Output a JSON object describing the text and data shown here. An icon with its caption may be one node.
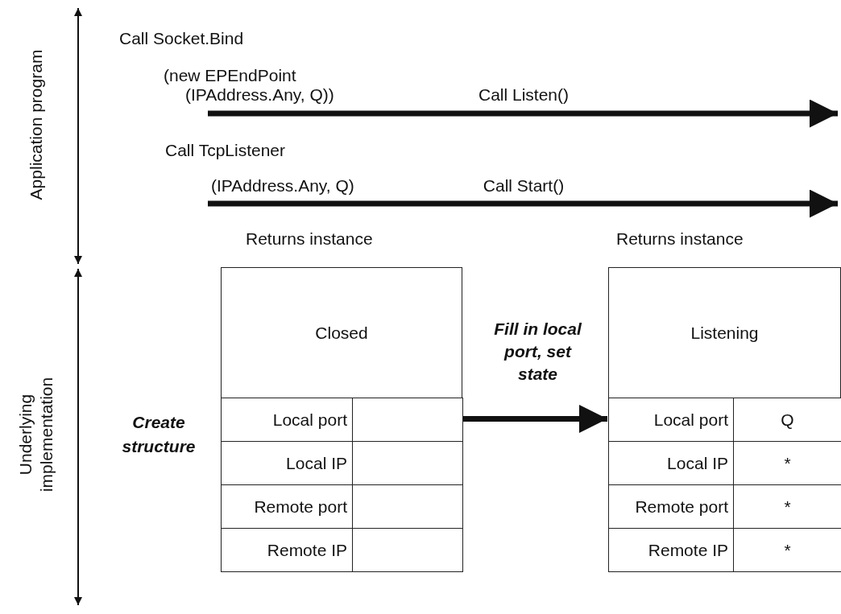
{
  "diagram": {
    "nodes": [
      {
        "text": [
          "Closed"
        ]
      },
      {
        "text": [
          "Local port"
        ],
        "in": 0
      },
      {
        "text": [],
        "shape": "box",
        "in": 0
      },
      {
        "text": [
          "Local IP"
        ],
        "in": 0
      },
      {
        "text": [],
        "shape": "box",
        "in": 0
      },
      {
        "text": [
          "Remote port"
        ],
        "in": 0
      },
      {
        "text": [],
        "shape": "box",
        "in": 0
      },
      {
        "text": [
          "Remote IP"
        ],
        "in": 0
      },
      {
        "text": [],
        "shape": "box",
        "in": 0
      },
      {
        "text": [
          "Listening"
        ]
      },
      {
        "text": [
          "Local port"
        ],
        "in": 9
      },
      {
        "text": [
          "Q"
        ],
        "in": 9
      },
      {
        "text": [
          "Local IP"
        ],
        "in": 9
      },
      {
        "text": [
          "*"
        ],
        "in": 9
      },
      {
        "text": [
          "Remote port"
        ],
        "in": 9
      },
      {
        "text": [
          "*"
        ],
        "in": 9
      },
      {
        "text": [
          "Remote IP"
        ],
        "in": 9
      },
      {
        "text": [
          "*"
        ],
        "in": 9
      }
    ],
    "edges": [
      {
        "from": 2,
        "to": 10,
        "arrow": "to",
        "label": "Fill in local port, set state"
      }
    ],
    "labels": [
      "Application program",
      "Call Socket.Bind",
      "(new EPEndPoint",
      "(IPAddress.Any, Q))",
      "Call Listen()",
      "Call TcpListener",
      "(IPAddress.Any, Q)",
      "Call Start()",
      "Returns instance",
      "Returns instance",
      "Underlying implementation",
      "Create structure"
    ]
  }
}
